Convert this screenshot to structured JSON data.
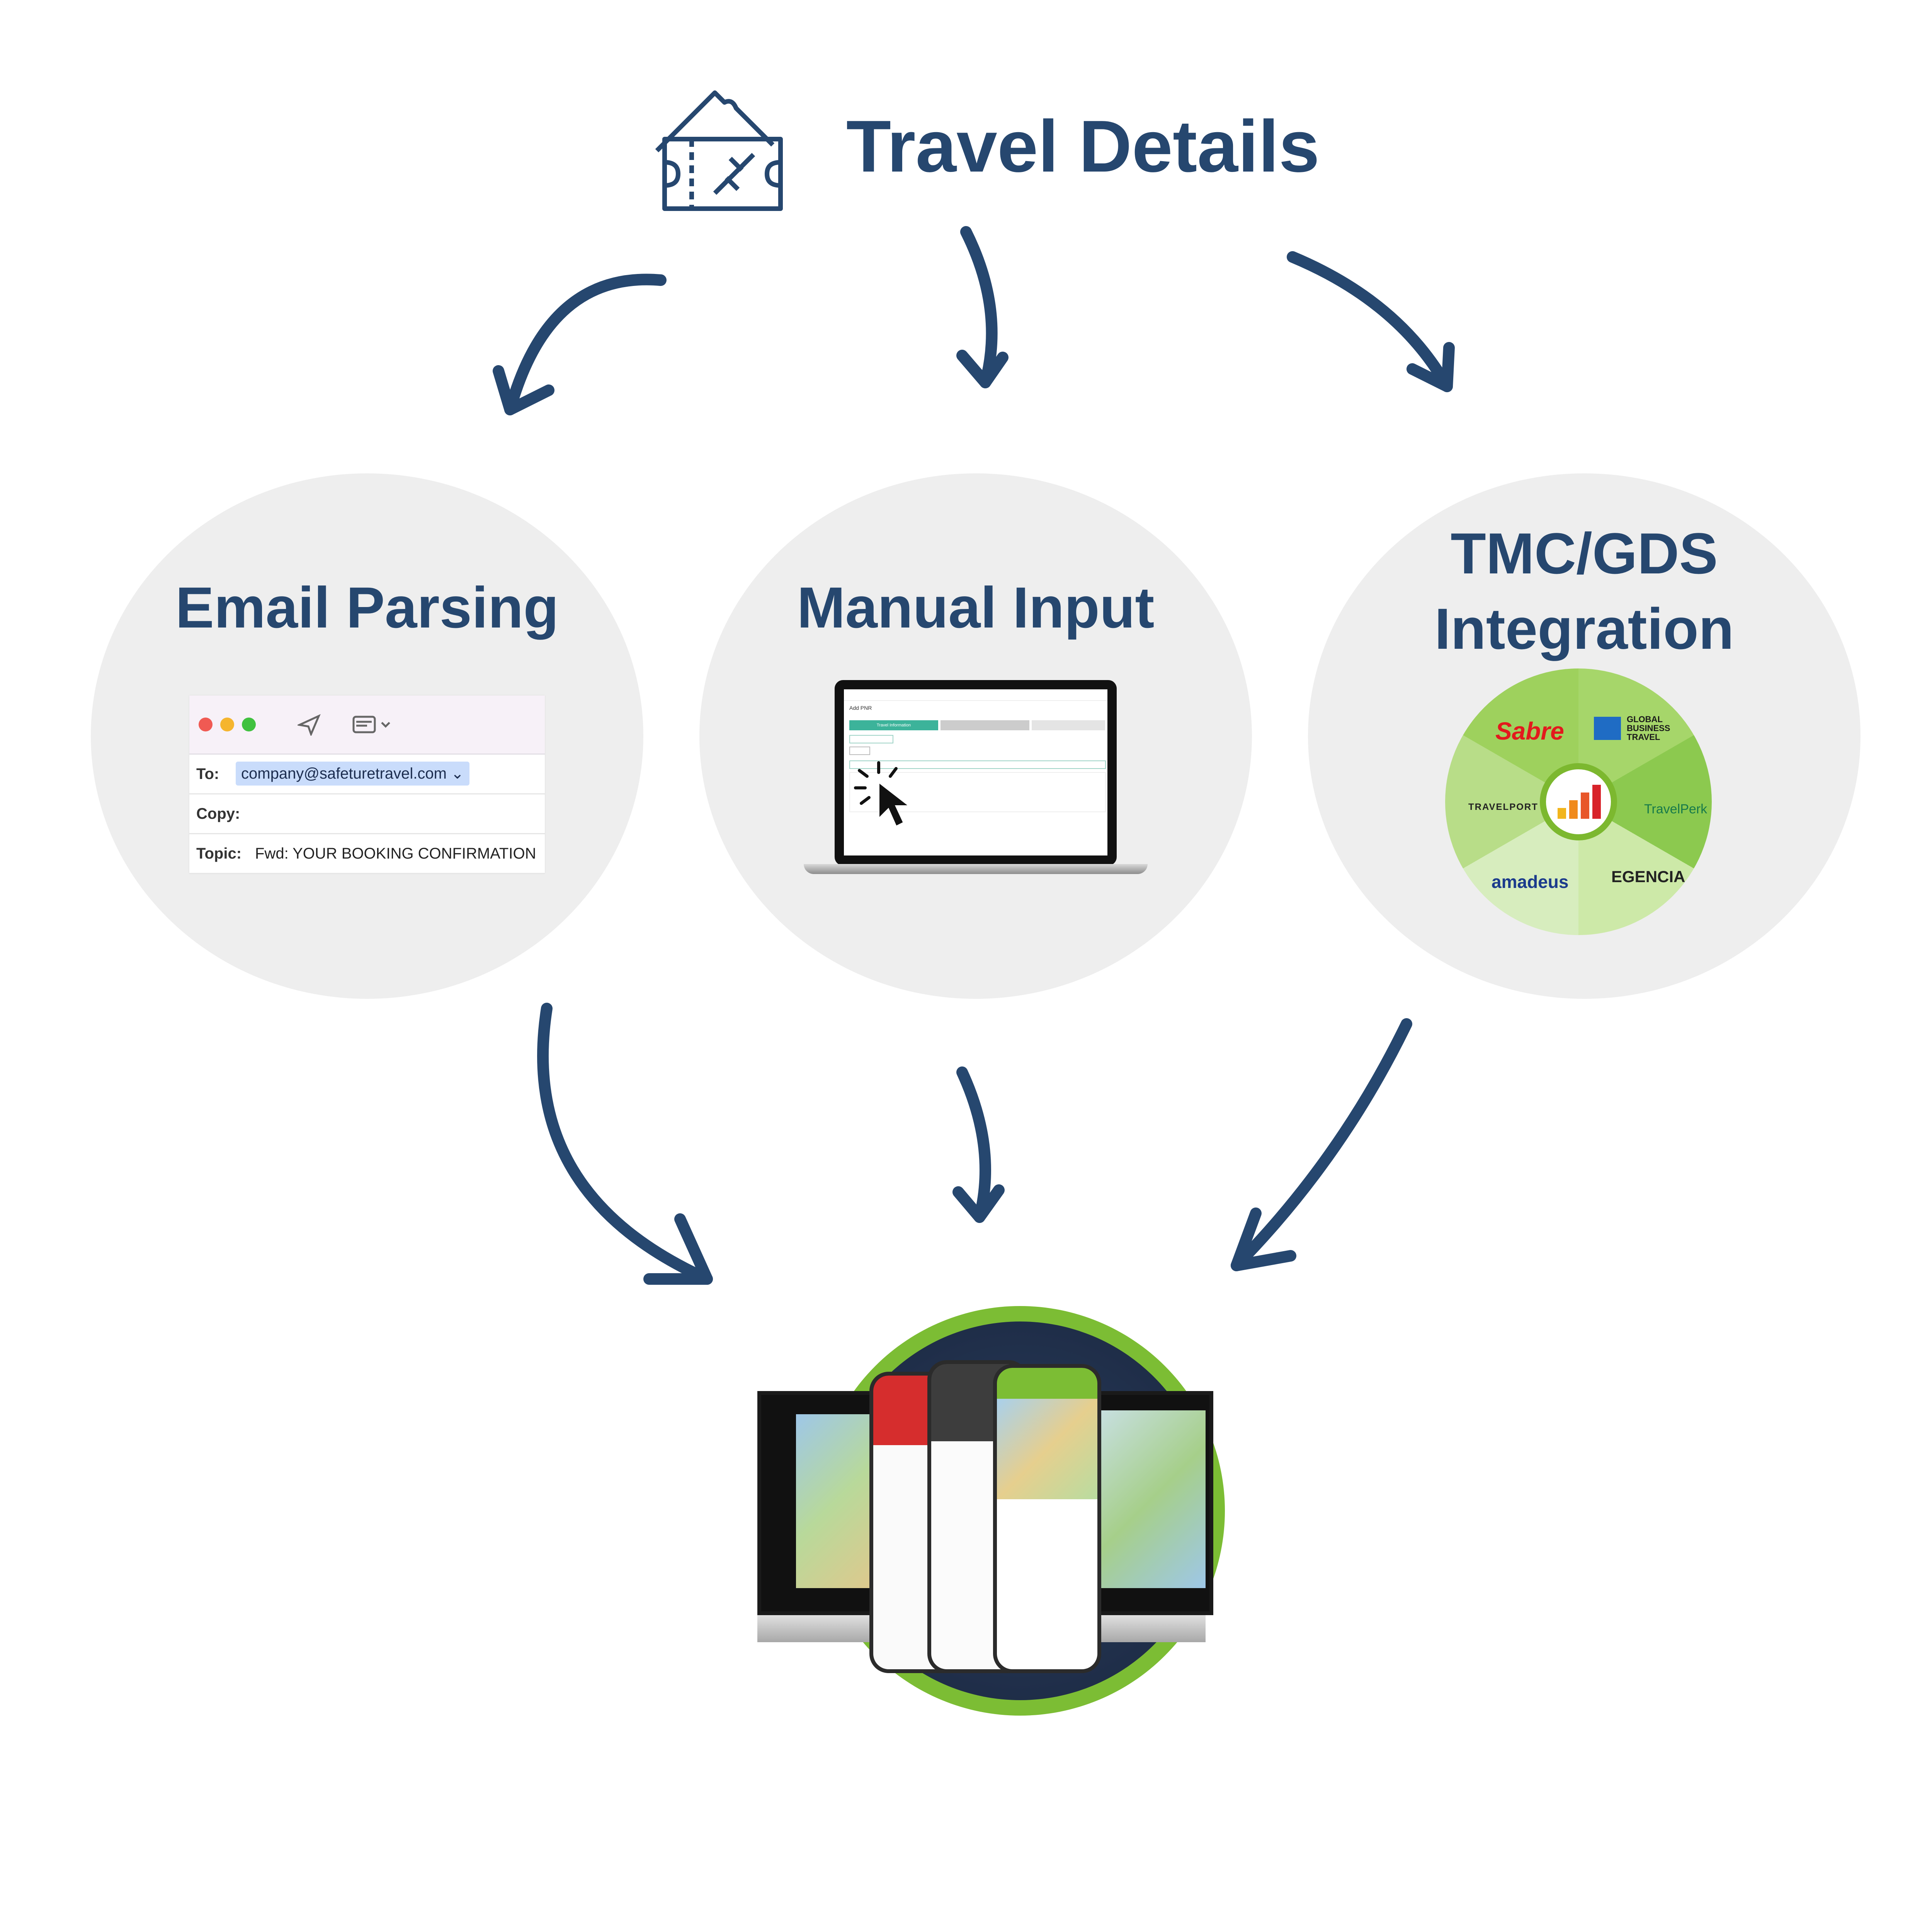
{
  "header": {
    "title": "Travel Details"
  },
  "sources": {
    "email": {
      "title": "Email Parsing",
      "to_label": "To:",
      "to_value": "company@safeturetravel.com",
      "copy_label": "Copy:",
      "topic_label": "Topic:",
      "topic_value": "Fwd: YOUR BOOKING CONFIRMATION"
    },
    "manual": {
      "title": "Manual Input",
      "screen_heading": "Add PNR",
      "tab_active": "Travel Information"
    },
    "tmc": {
      "title_line1": "TMC/GDS",
      "title_line2": "Integration",
      "partners": [
        "Sabre",
        "GLOBAL BUSINESS TRAVEL",
        "TRAVELPORT",
        "TravelPerk",
        "amadeus",
        "EGENCIA"
      ]
    }
  },
  "colors": {
    "brand_navy": "#26476f",
    "circle_bg": "#eeeeee",
    "brand_green": "#7cbd34"
  }
}
